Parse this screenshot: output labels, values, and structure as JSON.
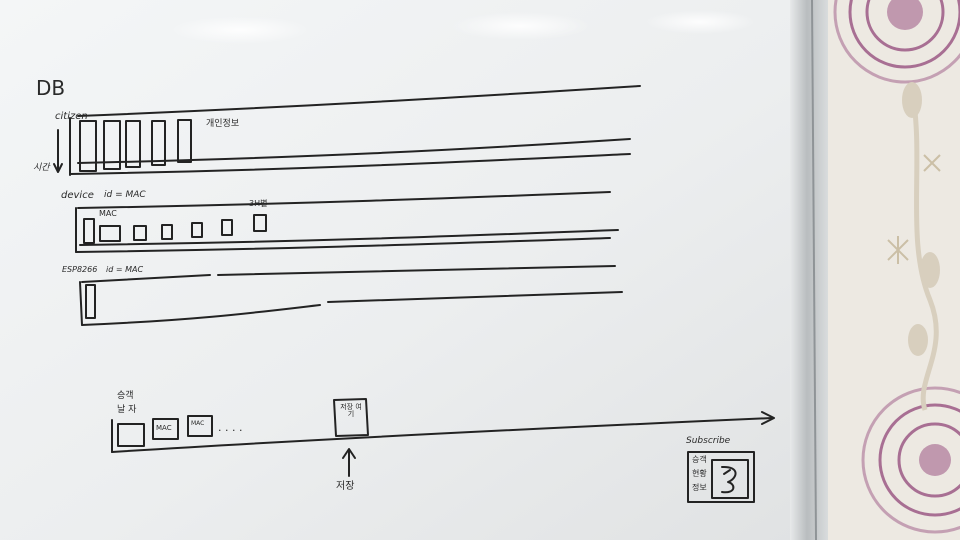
{
  "whiteboard": {
    "colors": {
      "board": "#eef0f1",
      "ink": "#232323",
      "frame": "#c5c9cc",
      "wallpaper": "#ede9e2",
      "flower": "#9c5a86",
      "leaf": "#d8cfbe"
    },
    "heading": "DB",
    "time_axis_label": "시간",
    "sections": {
      "citizen": {
        "label": "citizen",
        "note": "개인정보"
      },
      "device": {
        "label": "device",
        "id_note": "id = MAC",
        "cell_note": "MAC",
        "sample_note": "3H별"
      },
      "esp": {
        "label": "ESP8266",
        "id_note": "id = MAC"
      }
    },
    "bottom_timeline": {
      "top_label": "승객",
      "second_label": "날 자",
      "cell_notes": [
        "MAC",
        "MAC"
      ],
      "ellipsis": ". . . .",
      "doc_note": "저장 여기",
      "arrow_label": "저장",
      "subscribe_label": "Subscribe",
      "subscribe_notes": [
        "승객",
        "현황",
        "정보"
      ]
    }
  }
}
